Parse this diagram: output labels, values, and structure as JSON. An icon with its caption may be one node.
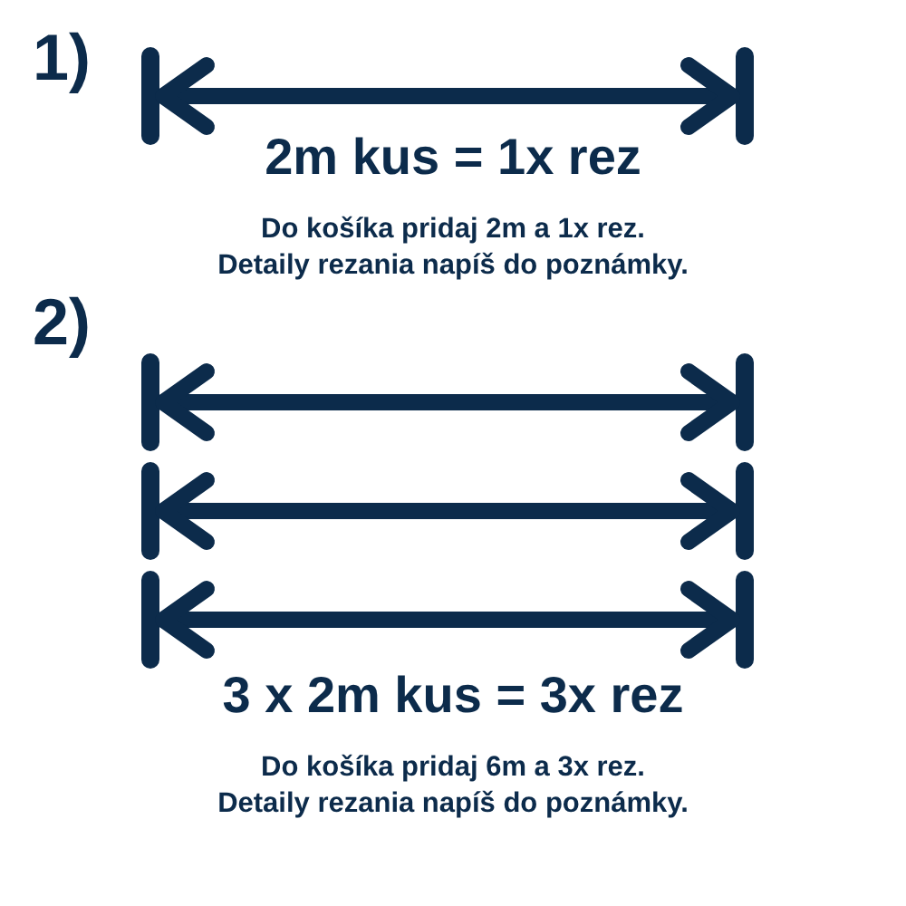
{
  "diagram": {
    "labels": [
      "1)",
      "2m kus = 1x rez",
      "Do košíka pridaj 2m a 1x rez. Detaily rezania napíš do poznámky.",
      "2)",
      "3 x 2m kus = 3x rez",
      "Do košíka pridaj 6m a 3x rez. Detaily rezania napíš do poznámky."
    ]
  }
}
